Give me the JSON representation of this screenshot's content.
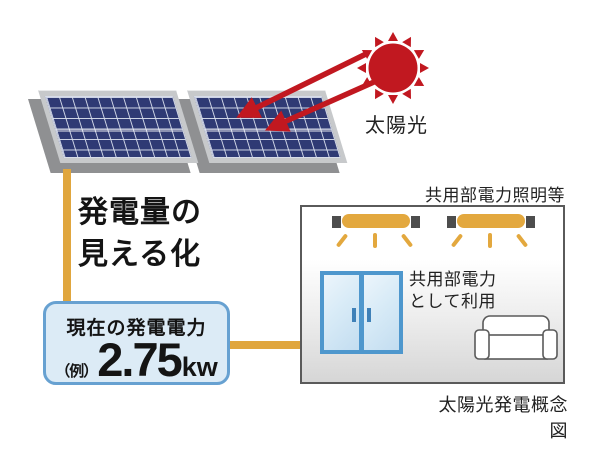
{
  "colors": {
    "accent_red": "#c11820",
    "accent_orange": "#e0a63e",
    "panel_blue": "#2f3a74",
    "meter_border_blue": "#67a1d1",
    "meter_fill_blue": "#dcebf6",
    "door_blue": "#4e97cd"
  },
  "icons": {
    "sun": "sun-icon: red circle with 12 triangular rays",
    "sunlight_arrows": "arrow-icon: two red arrows from sun to panel",
    "solar_panel": "solar-panel-icon: skewed navy grid with gray frame",
    "ceiling_light": "ceiling-light-icon: orange rounded bar with gray caps and rays",
    "door": "sliding-door-icon: blue frame with two glass panes",
    "sofa": "sofa-icon: white outline couch"
  },
  "sun": {
    "label": "太陽光"
  },
  "title": {
    "line1": "発電量の",
    "line2": "見える化"
  },
  "meter_box": {
    "label": "現在の発電電力",
    "example_prefix": "（例）",
    "value": "2.75",
    "unit": "kw"
  },
  "room": {
    "header_label": "共用部電力照明等",
    "usage_line1": "共用部電力",
    "usage_line2": "として利用",
    "caption": "太陽光発電概念図"
  }
}
